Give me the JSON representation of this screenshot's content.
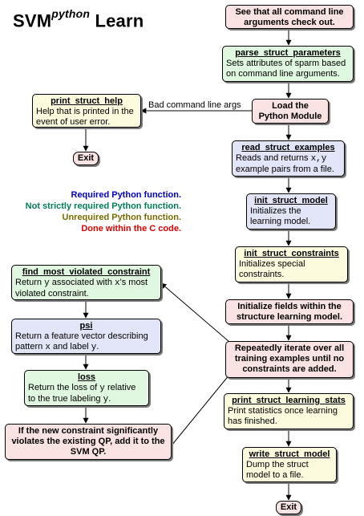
{
  "title": {
    "main": "SVM",
    "sup": "python",
    "suffix": " Learn"
  },
  "legend": [
    {
      "label": "Required Python function.",
      "color": "#0000cc"
    },
    {
      "label": "Not strictly required Python function.",
      "color": "#00805a"
    },
    {
      "label": "Unrequired Python function.",
      "color": "#7a6a00"
    },
    {
      "label": "Done within the C code.",
      "color": "#e00000"
    }
  ],
  "nodes": {
    "check_args": {
      "desc": "See that all command line arguments check out."
    },
    "parse_struct_parameters": {
      "name": "parse_struct_parameters",
      "desc": "Sets attributes of sparm based on command line arguments."
    },
    "load_module": {
      "desc": "Load the Python Module"
    },
    "print_struct_help": {
      "name": "print_struct_help",
      "desc": "Help that is printed in the event of user error."
    },
    "exit_help": {
      "desc": "Exit"
    },
    "read_struct_examples": {
      "name": "read_struct_examples",
      "desc_a": "Reads and returns ",
      "desc_mono": "x,y",
      "desc_b": " example pairs from a file."
    },
    "init_struct_model": {
      "name": "init_struct_model",
      "desc": "Initializes the learning model."
    },
    "init_struct_constraints": {
      "name": "init_struct_constraints",
      "desc": "Initializes special constraints."
    },
    "init_fields": {
      "desc": "Initialize fields within the structure learning model."
    },
    "iterate": {
      "desc": "Repeatedly iterate over all training examples until no constraints are added."
    },
    "find_most_violated_constraint": {
      "name": "find_most_violated_constraint",
      "desc_a": "Return ",
      "desc_y": "y",
      "desc_b": " associated with ",
      "desc_x": "x",
      "desc_c": "'s most violated constraint."
    },
    "psi": {
      "name": "psi",
      "desc_a": "Return a feature vector describing pattern ",
      "desc_x": "x",
      "desc_b": " and label ",
      "desc_y": "y",
      "desc_c": "."
    },
    "loss": {
      "name": "loss",
      "desc_a": "Return the loss of ",
      "desc_y": "y",
      "desc_b": " relative to the true labeling ",
      "desc_y2": "y",
      "desc_c": "."
    },
    "add_constraint": {
      "desc": "If the new constraint significantly violates the existing QP, add it to the SVM QP."
    },
    "print_struct_learning_stats": {
      "name": "print_struct_learning_stats",
      "desc": "Print statistics once learning has finished."
    },
    "write_struct_model": {
      "name": "write_struct_model",
      "desc": "Dump the struct model to a file."
    },
    "exit_end": {
      "desc": "Exit"
    }
  },
  "edge_labels": {
    "bad_args": "Bad command line args"
  }
}
